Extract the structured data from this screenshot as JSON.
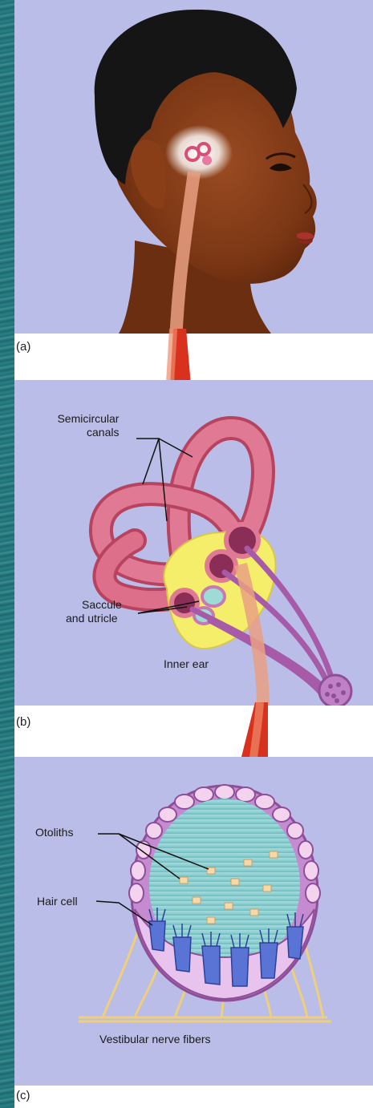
{
  "panels": {
    "a": {
      "letter": "(a)"
    },
    "b": {
      "letter": "(b)",
      "labels": {
        "semicircular_line1": "Semicircular",
        "semicircular_line2": "canals",
        "saccule_line1": "Saccule",
        "saccule_line2": "and utricle",
        "inner_ear": "Inner ear"
      }
    },
    "c": {
      "letter": "(c)",
      "labels": {
        "otoliths": "Otoliths",
        "hair_cell": "Hair cell",
        "nerve_fibers": "Vestibular nerve fibers"
      }
    }
  },
  "colors": {
    "panel_bg": "#b9bde8",
    "arrow": "#d8321f",
    "canal": "#d9637f",
    "vestibule": "#f4ee6a",
    "otolith_fluid": "#8fd2d6",
    "membrane": "#b96fc4",
    "hair_cell": "#5a74d6",
    "nerve": "#f1d68a"
  }
}
